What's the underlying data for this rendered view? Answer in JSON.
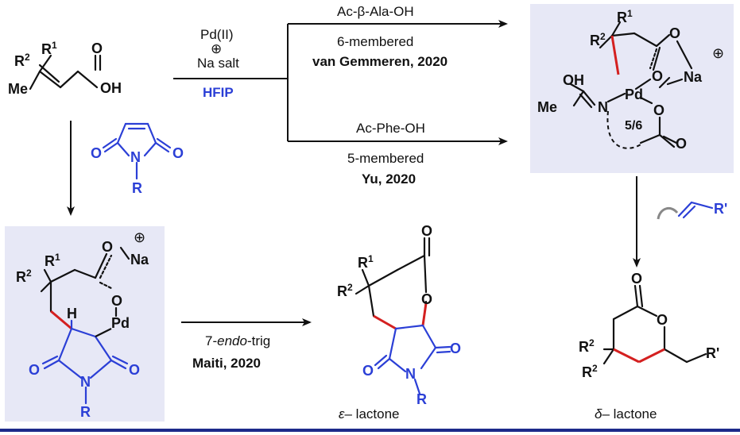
{
  "colors": {
    "ink": "#111111",
    "reagent_blue": "#2b3fd6",
    "new_bond_red": "#d42020",
    "panel_bg": "#e7e8f6",
    "footer_rule": "#1d2a8a"
  },
  "reagents": {
    "catalyst": "Pd(II)",
    "plus_symbol": "⊕",
    "salt": "Na salt",
    "solvent": "HFIP"
  },
  "upper_route": {
    "ligand": "Ac-β-Ala-OH",
    "ring_size": "6-membered",
    "citation": "van Gemmeren, 2020"
  },
  "lower_route": {
    "ligand": "Ac-Phe-OH",
    "ring_size": "5-membered",
    "citation": "Yu, 2020"
  },
  "cyclization": {
    "mode_prefix": "7-",
    "mode_italic": "endo",
    "mode_suffix": "-trig",
    "citation": "Maiti, 2020"
  },
  "products": {
    "epsilon": {
      "symbol": "ε",
      "label": "– lactone"
    },
    "delta": {
      "symbol": "δ",
      "label": "– lactone"
    }
  },
  "intermediate_label": "5/6",
  "atoms": {
    "R1": "R",
    "R2": "R",
    "Me": "Me",
    "O": "O",
    "OH": "OH",
    "N": "N",
    "R": "R",
    "Pd": "Pd",
    "Na": "Na",
    "H": "H",
    "R_prime": "R'",
    "Me_c": "Me",
    "sup1": "1",
    "sup2": "2"
  }
}
